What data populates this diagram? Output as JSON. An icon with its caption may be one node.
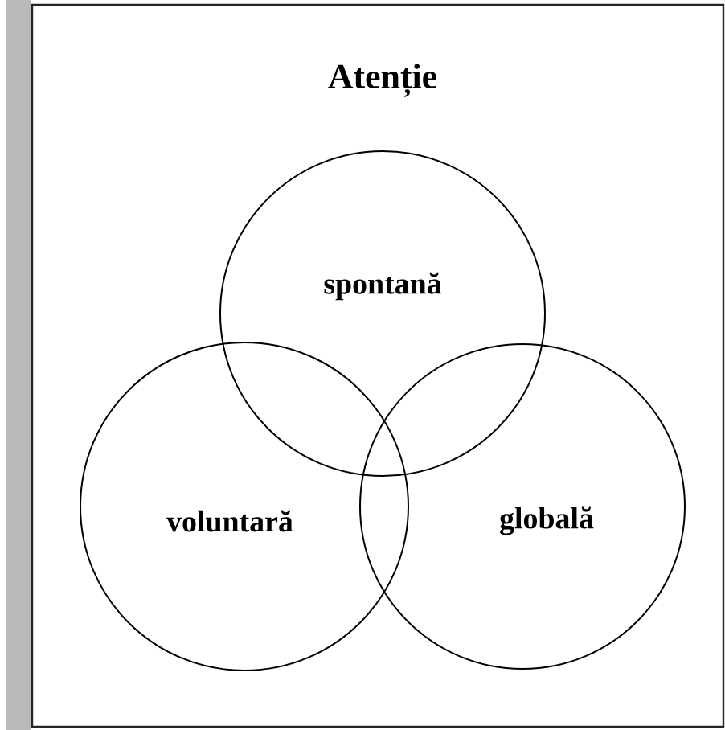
{
  "diagram": {
    "nodes": [
      {
        "text": [
          "Atenție"
        ]
      },
      {
        "text": [
          "spontană"
        ],
        "in": 0
      },
      {
        "text": [
          "voluntară"
        ],
        "in": 0
      },
      {
        "text": [
          "globală"
        ],
        "in": 0
      }
    ]
  }
}
